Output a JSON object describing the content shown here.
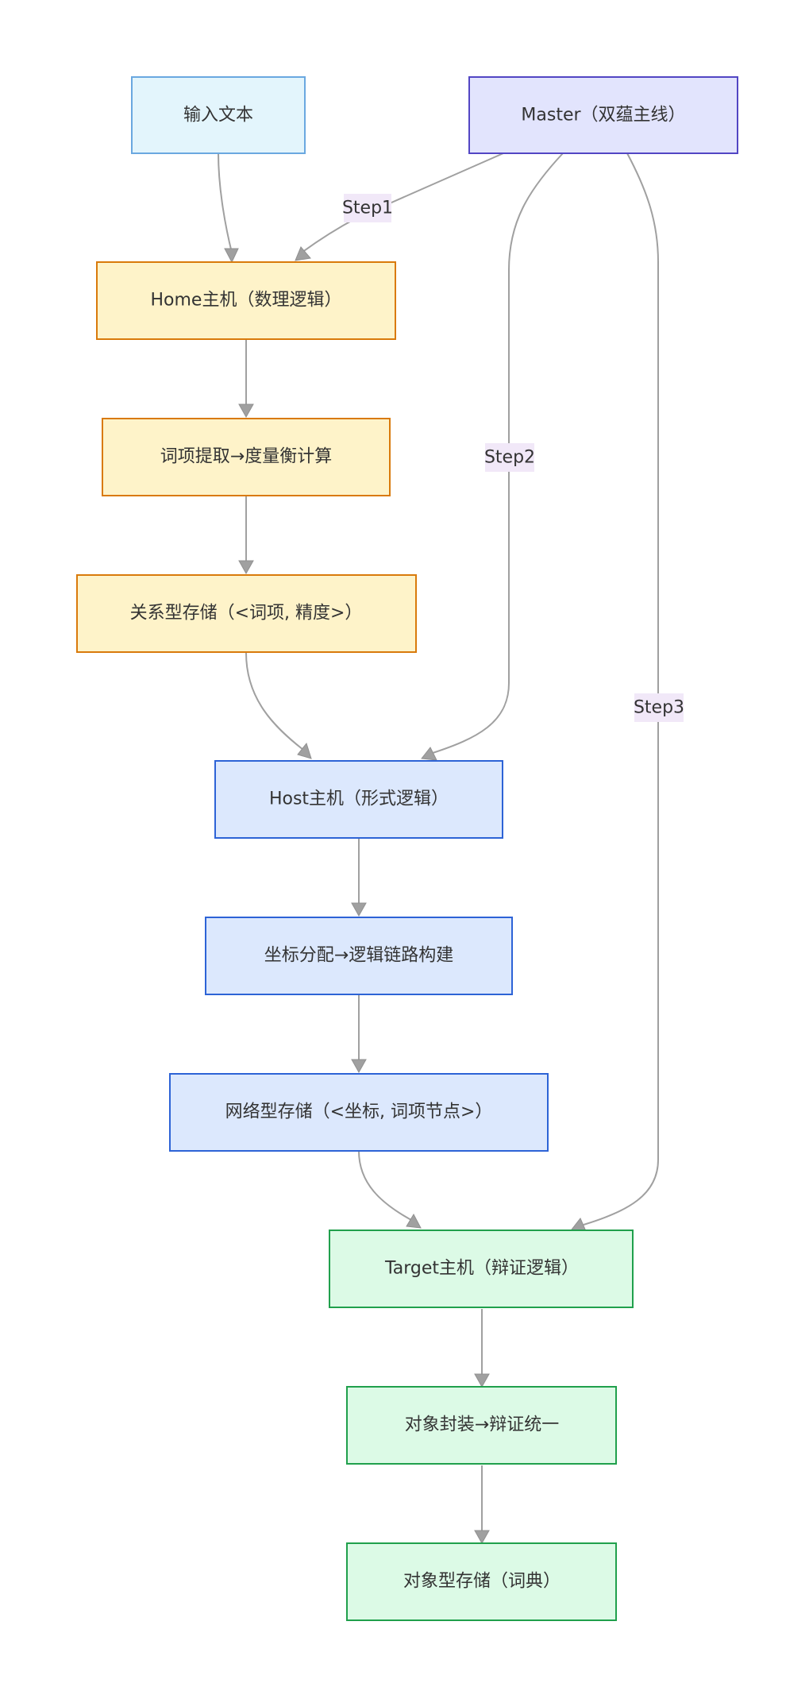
{
  "nodes": {
    "input": {
      "label": "输入文本"
    },
    "master": {
      "label": "Master（双蕴主线）"
    },
    "home": {
      "label": "Home主机（数理逻辑）"
    },
    "home_step_1": {
      "label": "词项提取→度量衡计算"
    },
    "home_storage": {
      "label": "关系型存储（<词项, 精度>）"
    },
    "host": {
      "label": "Host主机（形式逻辑）"
    },
    "host_step_1": {
      "label": "坐标分配→逻辑链路构建"
    },
    "host_storage": {
      "label": "网络型存储（<坐标, 词项节点>）"
    },
    "target": {
      "label": "Target主机（辩证逻辑）"
    },
    "target_step_1": {
      "label": "对象封装→辩证统一"
    },
    "target_storage": {
      "label": "对象型存储（词典）"
    }
  },
  "edge_labels": {
    "step1": "Step1",
    "step2": "Step2",
    "step3": "Step3"
  },
  "colors": {
    "input_fill": "#e3f5fc",
    "input_stroke": "#6aa8e0",
    "master_fill": "#e2e4fd",
    "master_stroke": "#5246c4",
    "home_fill": "#fef3c9",
    "home_stroke": "#d97a0b",
    "host_fill": "#dce8fd",
    "host_stroke": "#2d63d6",
    "target_fill": "#dcfae6",
    "target_stroke": "#20a04c",
    "edge": "#a0a0a0",
    "edge_label_bg": "#f1e8f8"
  }
}
